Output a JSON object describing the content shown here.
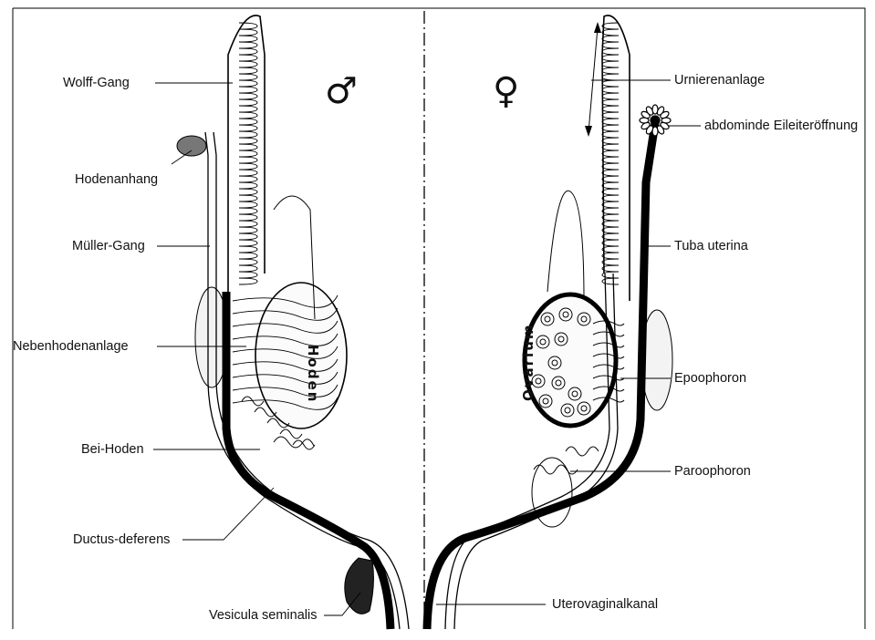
{
  "symbols": {
    "male": "♂",
    "female": "♀"
  },
  "left_labels": {
    "wolff_gang": "Wolff-Gang",
    "hodenanhang": "Hodenanhang",
    "mueller_gang": "Müller-Gang",
    "nebenhodenanlage": "Nebenhodenanlage",
    "bei_hoden": "Bei-Hoden",
    "ductus_deferens": "Ductus-deferens",
    "vesicula_seminalis": "Vesicula seminalis"
  },
  "right_labels": {
    "urnierenanlage": "Urnierenanlage",
    "eileiteroeffnung": "abdominde Eileiteröffnung",
    "tuba_uterina": "Tuba uterina",
    "epoophoron": "Epoophoron",
    "paroophoron": "Paroophoron",
    "uterovaginalkanal": "Uterovaginalkanal"
  },
  "organ_labels": {
    "hoden": "Hoden",
    "ovarium": "Ovarium"
  }
}
